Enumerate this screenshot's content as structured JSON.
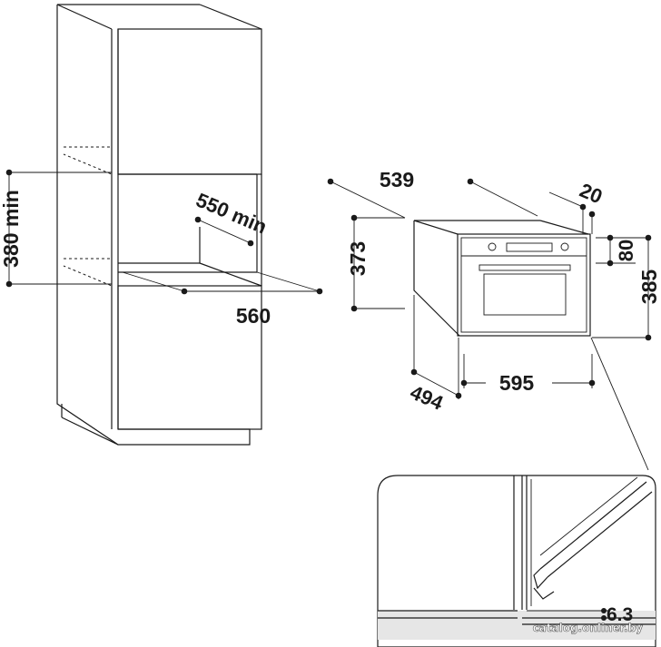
{
  "dimensions": {
    "niche_height": "380 min",
    "niche_depth": "550 min",
    "niche_width": "560",
    "oven_depth": "539",
    "door_thickness": "20",
    "front_height": "373",
    "panel_height": "80",
    "oven_height": "385",
    "oven_depth_bottom": "494",
    "oven_width": "595",
    "gap": "6.3"
  },
  "watermark": "catalog.onliner.by"
}
